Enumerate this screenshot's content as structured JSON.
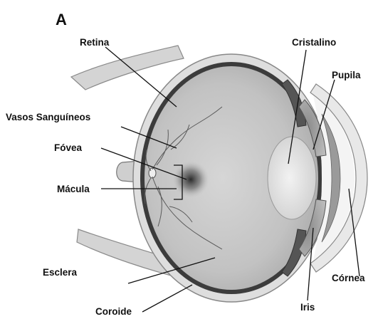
{
  "figure": {
    "panel_letter": "A",
    "labels": {
      "retina": "Retina",
      "vasos": "Vasos Sanguíneos",
      "fovea": "Fóvea",
      "macula": "Mácula",
      "esclera": "Esclera",
      "coroide": "Coroide",
      "cristalino": "Cristalino",
      "pupila": "Pupila",
      "cornea": "Córnea",
      "iris": "Iris"
    }
  },
  "colors": {
    "line": "#111111",
    "sclera": "#d9d9d9",
    "choroid": "#3a3a3a",
    "vitreous": "#c4c4c4",
    "cornea": "#e6e6e6"
  }
}
